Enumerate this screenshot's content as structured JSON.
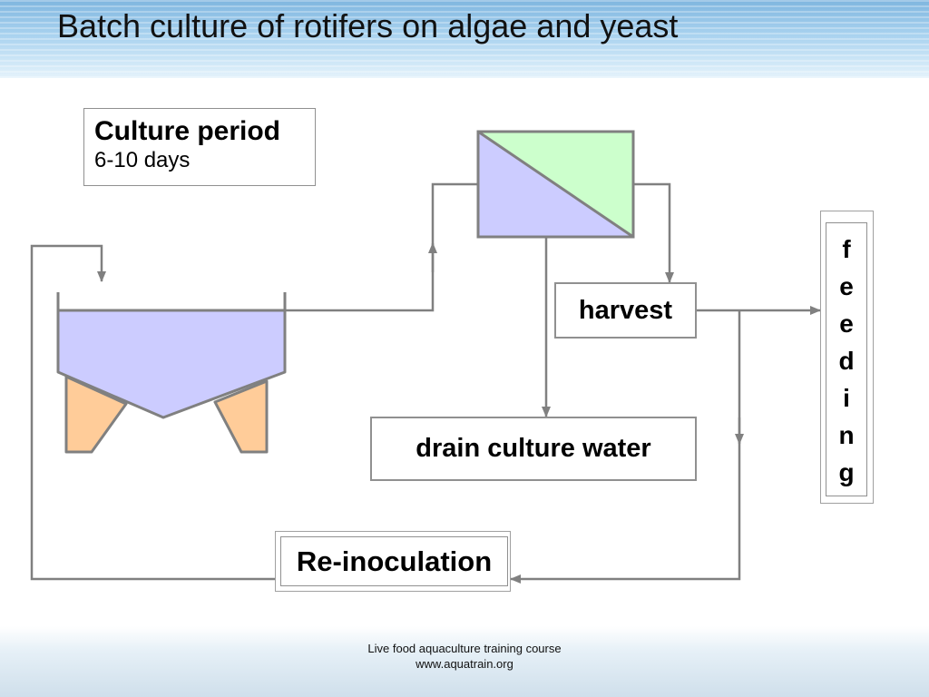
{
  "title": "Batch culture of rotifers on algae and yeast",
  "culture_period": {
    "label": "Culture period",
    "value": "6-10 days"
  },
  "boxes": {
    "harvest": "harvest",
    "drain": "drain culture water",
    "reinoculation": "Re-inoculation"
  },
  "feeding": {
    "letters": [
      "f",
      "e",
      "e",
      "d",
      "i",
      "n",
      "g"
    ]
  },
  "footer": {
    "line1": "Live food aquaculture training course",
    "line2": "www.aquatrain.org"
  },
  "colors": {
    "tank_fill": "#ccccff",
    "legs_fill": "#ffcc99",
    "filter_green": "#ccffcc",
    "filter_blue": "#ccccff",
    "line": "#808080"
  }
}
